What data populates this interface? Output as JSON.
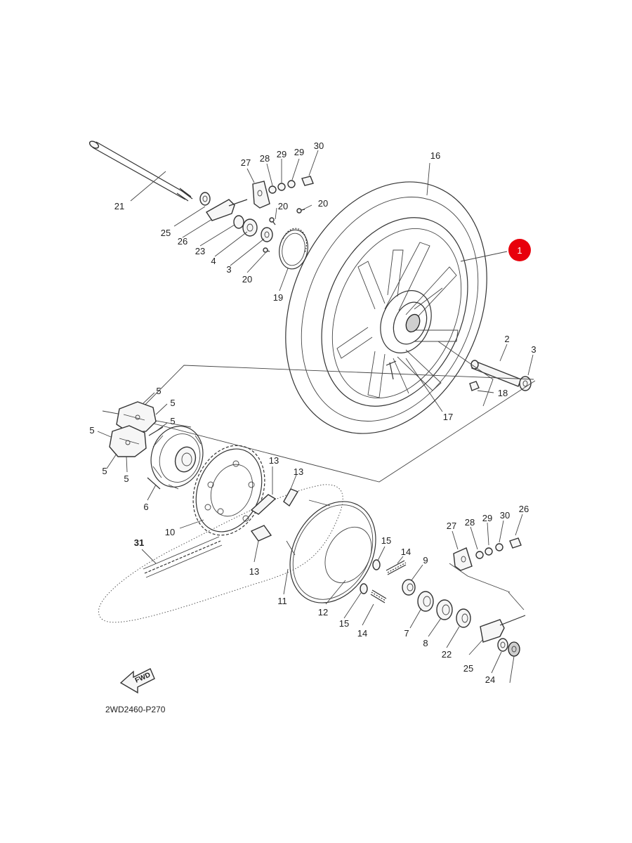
{
  "diagram_code": "2WD2460-P270",
  "fwd_label": "FWD",
  "highlight": {
    "label": "1",
    "color": "#e8000b"
  },
  "parts": [
    {
      "label": "16"
    },
    {
      "label": "21"
    },
    {
      "label": "27"
    },
    {
      "label": "28"
    },
    {
      "label": "29"
    },
    {
      "label": "29"
    },
    {
      "label": "30"
    },
    {
      "label": "20"
    },
    {
      "label": "20"
    },
    {
      "label": "25"
    },
    {
      "label": "26"
    },
    {
      "label": "23"
    },
    {
      "label": "4"
    },
    {
      "label": "3"
    },
    {
      "label": "20"
    },
    {
      "label": "19"
    },
    {
      "label": "2"
    },
    {
      "label": "3"
    },
    {
      "label": "18"
    },
    {
      "label": "17"
    },
    {
      "label": "5"
    },
    {
      "label": "5"
    },
    {
      "label": "5"
    },
    {
      "label": "5"
    },
    {
      "label": "5"
    },
    {
      "label": "5"
    },
    {
      "label": "6"
    },
    {
      "label": "10"
    },
    {
      "label": "13"
    },
    {
      "label": "13"
    },
    {
      "label": "31"
    },
    {
      "label": "13"
    },
    {
      "label": "11"
    },
    {
      "label": "15"
    },
    {
      "label": "14"
    },
    {
      "label": "9"
    },
    {
      "label": "12"
    },
    {
      "label": "15"
    },
    {
      "label": "14"
    },
    {
      "label": "7"
    },
    {
      "label": "8"
    },
    {
      "label": "22"
    },
    {
      "label": "27"
    },
    {
      "label": "28"
    },
    {
      "label": "29"
    },
    {
      "label": "30"
    },
    {
      "label": "26"
    },
    {
      "label": "25"
    },
    {
      "label": "24"
    }
  ]
}
